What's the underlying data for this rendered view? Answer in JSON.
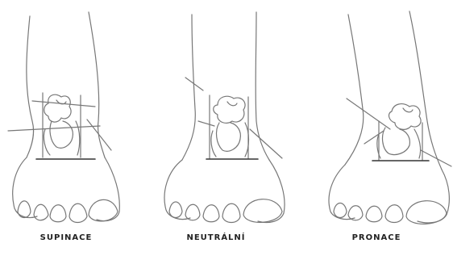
{
  "figure": {
    "line_color": "#777777",
    "background": "#ffffff",
    "panels": [
      {
        "id": "supination",
        "label": "SUPINACE",
        "icon": "supinated-foot-icon"
      },
      {
        "id": "neutral",
        "label": "NEUTRÁLNÍ",
        "icon": "neutral-foot-icon"
      },
      {
        "id": "pronation",
        "label": "PRONACE",
        "icon": "pronated-foot-icon"
      }
    ]
  }
}
